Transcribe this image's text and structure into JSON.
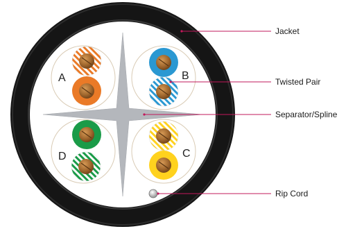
{
  "pairs": {
    "a": {
      "letter": "A"
    },
    "b": {
      "letter": "B"
    },
    "c": {
      "letter": "C"
    },
    "d": {
      "letter": "D"
    }
  },
  "callouts": {
    "jacket": "Jacket",
    "twisted_pair": "Twisted Pair",
    "separator": "Separator/Spline",
    "rip_cord": "Rip Cord"
  },
  "colors": {
    "jacket": "#111111",
    "interior": "#ffffff",
    "spline": "#b4b7bc",
    "orange": "#ea7a27",
    "blue": "#2a98d2",
    "green": "#1a9b48",
    "yellow": "#ffd21e",
    "copper": "#a0672e",
    "leader": "#c2185b"
  }
}
